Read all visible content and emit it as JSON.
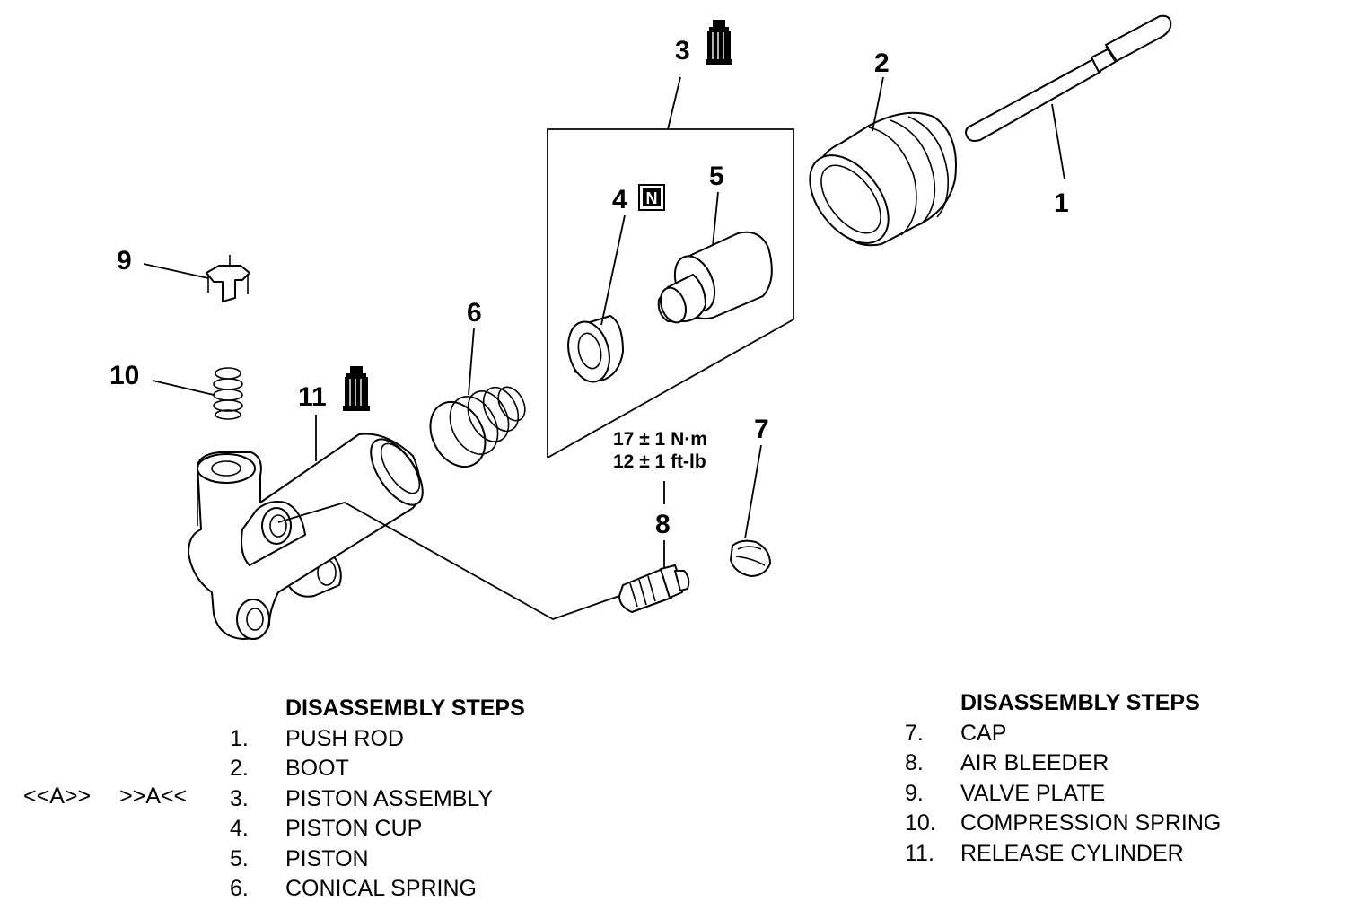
{
  "callouts": {
    "c1": "1",
    "c2": "2",
    "c3": "3",
    "c4": "4",
    "c5": "5",
    "c6": "6",
    "c7": "7",
    "c8": "8",
    "c9": "9",
    "c10": "10",
    "c11": "11"
  },
  "symbols": {
    "grease": "grease-tube-icon",
    "new_part": "N"
  },
  "torque": {
    "metric": "17 ± 1 N·m",
    "imperial": "12 ± 1 ft-lb"
  },
  "legend_left": {
    "heading": "DISASSEMBLY STEPS",
    "steps": [
      {
        "num": "1.",
        "label": "PUSH ROD"
      },
      {
        "num": "2.",
        "label": "BOOT"
      },
      {
        "num": "3.",
        "label": "PISTON ASSEMBLY"
      },
      {
        "num": "4.",
        "label": "PISTON CUP"
      },
      {
        "num": "5.",
        "label": "PISTON"
      },
      {
        "num": "6.",
        "label": "CONICAL SPRING"
      }
    ]
  },
  "legend_right": {
    "heading": "DISASSEMBLY STEPS",
    "steps": [
      {
        "num": "7.",
        "label": "CAP"
      },
      {
        "num": "8.",
        "label": "AIR BLEEDER"
      },
      {
        "num": "9.",
        "label": "VALVE PLATE"
      },
      {
        "num": "10.",
        "label": "COMPRESSION SPRING"
      },
      {
        "num": "11.",
        "label": "RELEASE CYLINDER"
      }
    ]
  },
  "reference_marks": {
    "removal": "<<A>>",
    "installation": ">>A<<"
  }
}
